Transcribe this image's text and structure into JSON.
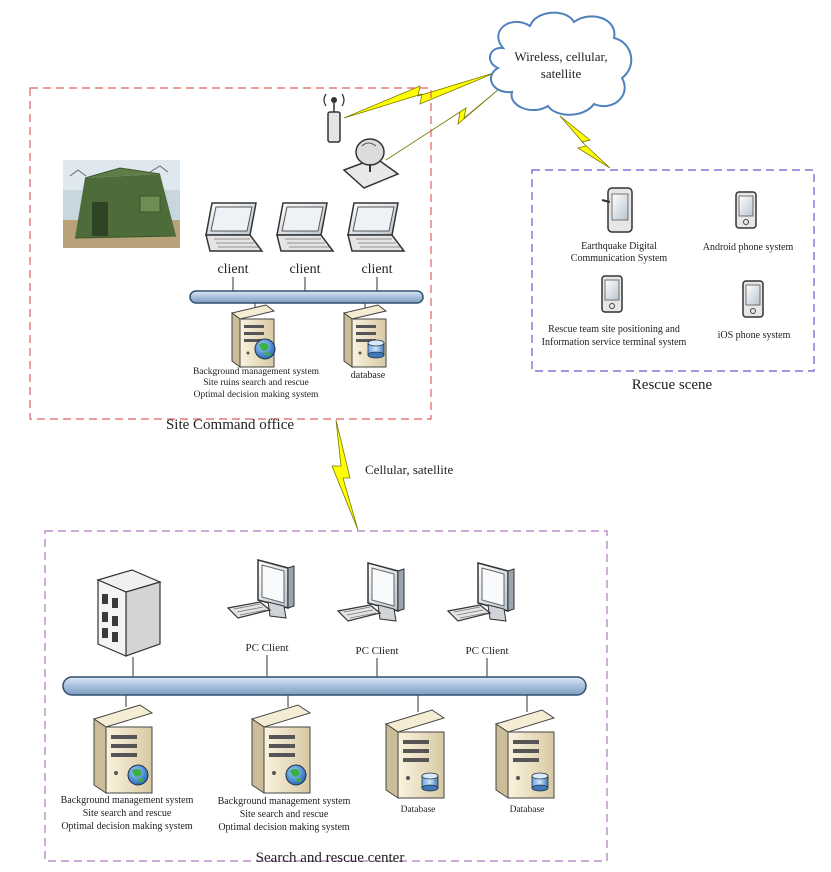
{
  "cloud": {
    "line1": "Wireless, cellular,",
    "line2": "satellite"
  },
  "site_command_office": {
    "title": "Site Command office",
    "clients": [
      "client",
      "client",
      "client"
    ],
    "server_label_lines": [
      "Background management system",
      "Site ruins search and rescue",
      "Optimal decision making system"
    ],
    "database_label": "database"
  },
  "rescue_scene": {
    "title": "Rescue scene",
    "devices": {
      "digital_line1": "Earthquake Digital",
      "digital_line2": "Communication System",
      "android": "Android phone system",
      "positioning_line1": "Rescue team site positioning and",
      "positioning_line2": "Information service terminal system",
      "ios": "iOS phone system"
    }
  },
  "link_label": "Cellular, satellite",
  "search_rescue_center": {
    "title": "Search and rescue center",
    "pc_clients": [
      "PC Client",
      "PC Client",
      "PC Client"
    ],
    "server1_lines": [
      "Background management system",
      "Site search and rescue",
      "Optimal decision making system"
    ],
    "server2_lines": [
      "Background management system",
      "Site search and rescue",
      "Optimal decision making system"
    ],
    "database_labels": [
      "Database",
      "Database"
    ]
  },
  "colors": {
    "office_border": "#e06060",
    "scene_border": "#6a5acd",
    "center_border": "#b07ac0",
    "bus_fill": "#b8cce4",
    "bus_stroke": "#2f4f6f",
    "lightning": "#ffff00",
    "cloud_fill": "#ffffff",
    "cloud_stroke": "#4f81bd"
  }
}
